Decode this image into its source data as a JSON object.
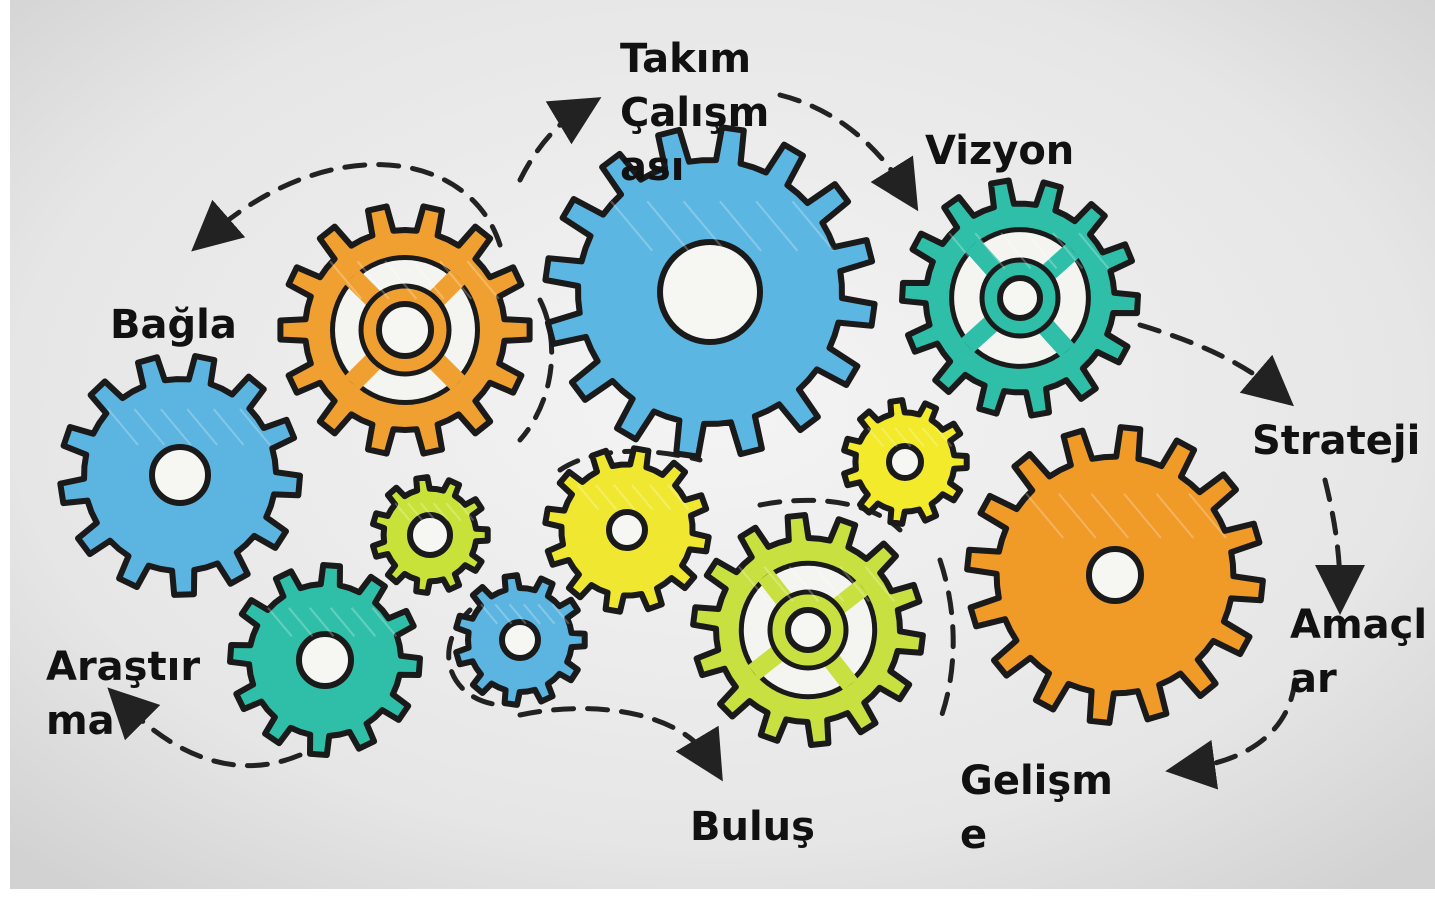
{
  "labels": {
    "takim": [
      "Takım",
      "Çalışm",
      "ası"
    ],
    "vizyon": [
      "Vizyon"
    ],
    "bagla": [
      "Bağla"
    ],
    "strateji": [
      "Strateji"
    ],
    "amaclar": [
      "Amaçl",
      "ar"
    ],
    "arastirma": [
      "Araştır",
      "ma"
    ],
    "bulus": [
      "Buluş"
    ],
    "gelisme": [
      "Gelişm",
      "e"
    ]
  },
  "gears": [
    {
      "name": "gear-blue-left",
      "color": "#5bb5e0"
    },
    {
      "name": "gear-orange-top",
      "color": "#f0a030"
    },
    {
      "name": "gear-blue-large",
      "color": "#5cb6e2"
    },
    {
      "name": "gear-teal-right",
      "color": "#2fbfa8"
    },
    {
      "name": "gear-yellow-small-right",
      "color": "#f2ea2a"
    },
    {
      "name": "gear-orange-large",
      "color": "#f09a28"
    },
    {
      "name": "gear-lime-small-left",
      "color": "#c9e23a"
    },
    {
      "name": "gear-yellow-center",
      "color": "#f0e830"
    },
    {
      "name": "gear-teal-bottom",
      "color": "#2fbfa8"
    },
    {
      "name": "gear-blue-small",
      "color": "#5bb5e0"
    },
    {
      "name": "gear-lime-large",
      "color": "#c8e040"
    }
  ]
}
